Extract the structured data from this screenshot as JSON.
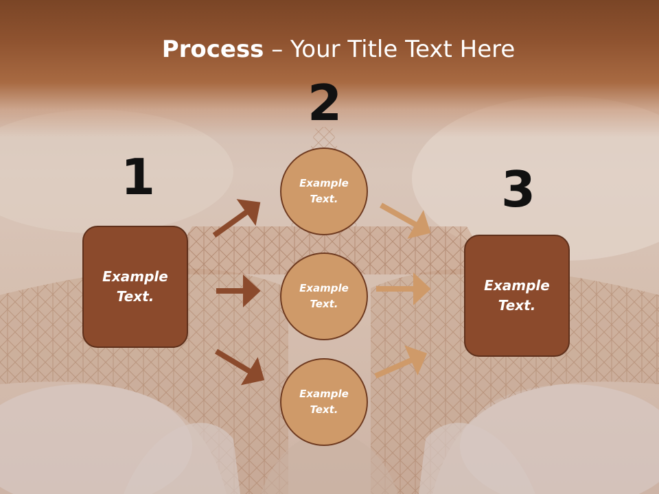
{
  "title": {
    "bold": "Process",
    "rest": " – Your Title Text Here"
  },
  "steps": [
    {
      "number": "1",
      "text_line1": "Example",
      "text_line2": "Text."
    },
    {
      "number": "2"
    },
    {
      "number": "3",
      "text_line1": "Example",
      "text_line2": "Text."
    }
  ],
  "circles": [
    {
      "text_line1": "Example",
      "text_line2": "Text."
    },
    {
      "text_line1": "Example",
      "text_line2": "Text."
    },
    {
      "text_line1": "Example",
      "text_line2": "Text."
    }
  ],
  "colors": {
    "box": "#8b4a2c",
    "circle": "#cf9a69",
    "arrow_dark": "#8b4a2c",
    "arrow_light": "#cf9a69",
    "header": "#8f5330"
  }
}
